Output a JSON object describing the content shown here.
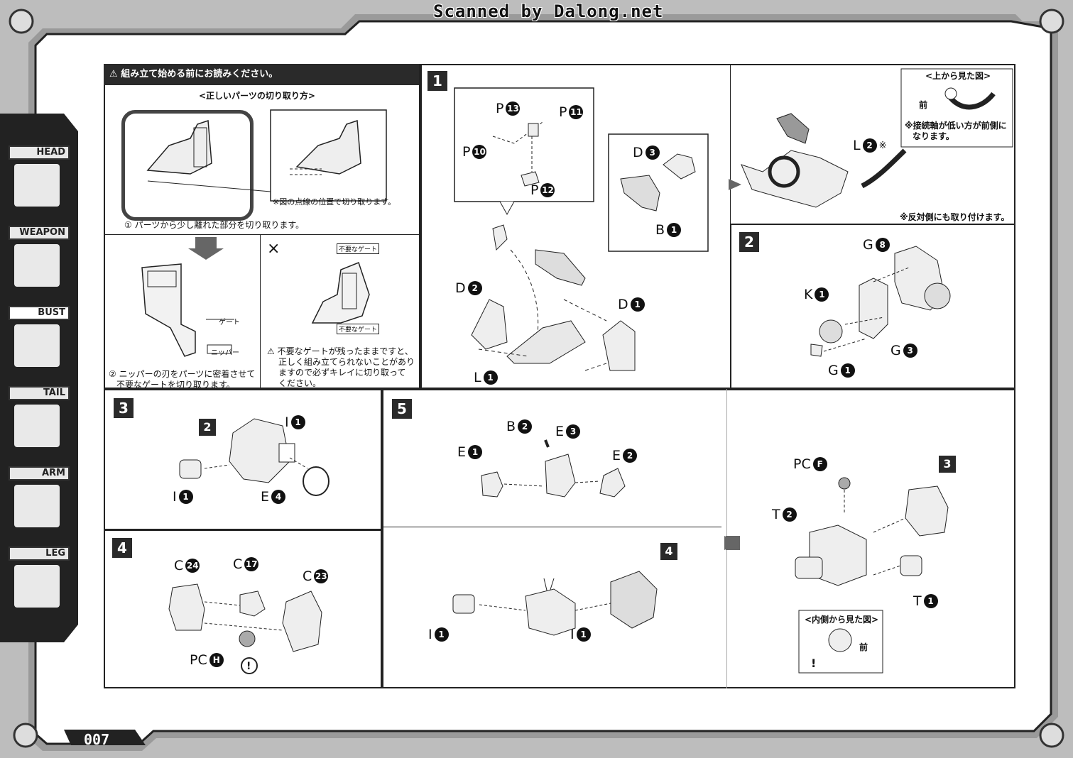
{
  "header": {
    "scan_credit": "Scanned by Dalong.net"
  },
  "sidebar": {
    "tabs": [
      {
        "label": "HEAD"
      },
      {
        "label": "WEAPON"
      },
      {
        "label": "BUST"
      },
      {
        "label": "TAIL"
      },
      {
        "label": "ARM"
      },
      {
        "label": "LEG"
      }
    ]
  },
  "page_number": "007",
  "notice": {
    "title": "組み立て始める前にお読みください。",
    "subtitle": "<正しいパーツの切り取り方>",
    "cut_note": "※図の点線の位置で切り取ります。",
    "step1": "① パーツから少し離れた部分を切り取ります。",
    "step2_line1": "② ニッパーの刃をパーツに密着させて",
    "step2_line2": "不要なゲートを切り取ります。",
    "gate_label": "ゲート",
    "nipper_label": "ニッパー",
    "bad_gate_1": "不要なゲート",
    "bad_gate_2": "不要なゲート",
    "warn_line1": "不要なゲートが残ったままですと、",
    "warn_line2": "正しく組み立てられないことがあり",
    "warn_line3": "ますので必ずキレイに切り取って",
    "warn_line4": "ください。",
    "cross": "×"
  },
  "steps": {
    "s1": {
      "num": "1",
      "top_view_title": "<上から見た図>",
      "front": "前",
      "axis_note_1": "※接続軸が低い方が前側に",
      "axis_note_2": "なります。",
      "other_side": "※反対側にも取り付けます。",
      "mark": "※"
    },
    "s2": {
      "num": "2"
    },
    "s3": {
      "num": "3",
      "ref": "2"
    },
    "s4": {
      "num": "4"
    },
    "s5": {
      "num": "5",
      "ref4": "4",
      "ref3": "3",
      "inner_view_title": "<内側から見た図>",
      "front": "前",
      "warn": "!"
    }
  },
  "labels": {
    "p13": {
      "l": "P",
      "n": "13"
    },
    "p11": {
      "l": "P",
      "n": "11"
    },
    "p10": {
      "l": "P",
      "n": "10"
    },
    "p12": {
      "l": "P",
      "n": "12"
    },
    "d3": {
      "l": "D",
      "n": "3"
    },
    "b1": {
      "l": "B",
      "n": "1"
    },
    "d2": {
      "l": "D",
      "n": "2"
    },
    "d1": {
      "l": "D",
      "n": "1"
    },
    "l1": {
      "l": "L",
      "n": "1"
    },
    "l2": {
      "l": "L",
      "n": "2"
    },
    "g8": {
      "l": "G",
      "n": "8"
    },
    "k1": {
      "l": "K",
      "n": "1"
    },
    "g3": {
      "l": "G",
      "n": "3"
    },
    "g1": {
      "l": "G",
      "n": "1"
    },
    "i1a": {
      "l": "I",
      "n": "1"
    },
    "i1b": {
      "l": "I",
      "n": "1"
    },
    "e4": {
      "l": "E",
      "n": "4"
    },
    "c24": {
      "l": "C",
      "n": "24"
    },
    "c17": {
      "l": "C",
      "n": "17"
    },
    "c23": {
      "l": "C",
      "n": "23"
    },
    "pch": {
      "l": "PC",
      "n": "H"
    },
    "b2": {
      "l": "B",
      "n": "2"
    },
    "e3": {
      "l": "E",
      "n": "3"
    },
    "e1": {
      "l": "E",
      "n": "1"
    },
    "e2": {
      "l": "E",
      "n": "2"
    },
    "i1c": {
      "l": "I",
      "n": "1"
    },
    "i1d": {
      "l": "I",
      "n": "1"
    },
    "pcf": {
      "l": "PC",
      "n": "F"
    },
    "t2": {
      "l": "T",
      "n": "2"
    },
    "t1": {
      "l": "T",
      "n": "1"
    }
  }
}
